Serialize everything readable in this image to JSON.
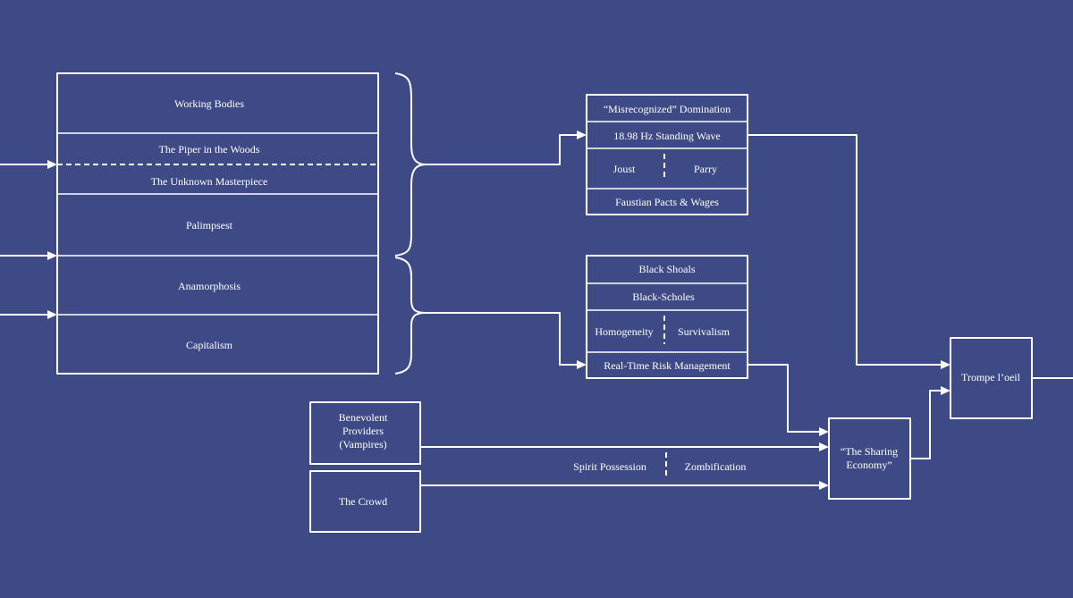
{
  "left_stack": {
    "working_bodies": "Working Bodies",
    "piper": "The Piper in the Woods",
    "masterpiece": "The Unknown Masterpiece",
    "palimpsest": "Palimpsest",
    "anamorphosis": "Anamorphosis",
    "capitalism": "Capitalism"
  },
  "upper_box": {
    "misrecognized": "“Misrecognized” Domination",
    "standing_wave": "18.98 Hz Standing Wave",
    "joust": "Joust",
    "parry": "Parry",
    "faustian": "Faustian Pacts & Wages"
  },
  "lower_box": {
    "black_shoals": "Black Shoals",
    "black_scholes": "Black-Scholes",
    "homogeneity": "Homogeneity",
    "survivalism": "Survivalism",
    "risk": "Real-Time Risk Management"
  },
  "bottom": {
    "benevolent_1": "Benevolent",
    "benevolent_2": "Providers",
    "benevolent_3": "(Vampires)",
    "crowd": "The Crowd",
    "spirit": "Spirit Possession",
    "zombification": "Zombification"
  },
  "sharing": {
    "line1": "“The Sharing",
    "line2": "Economy”"
  },
  "trompe": "Trompe l’oeil"
}
